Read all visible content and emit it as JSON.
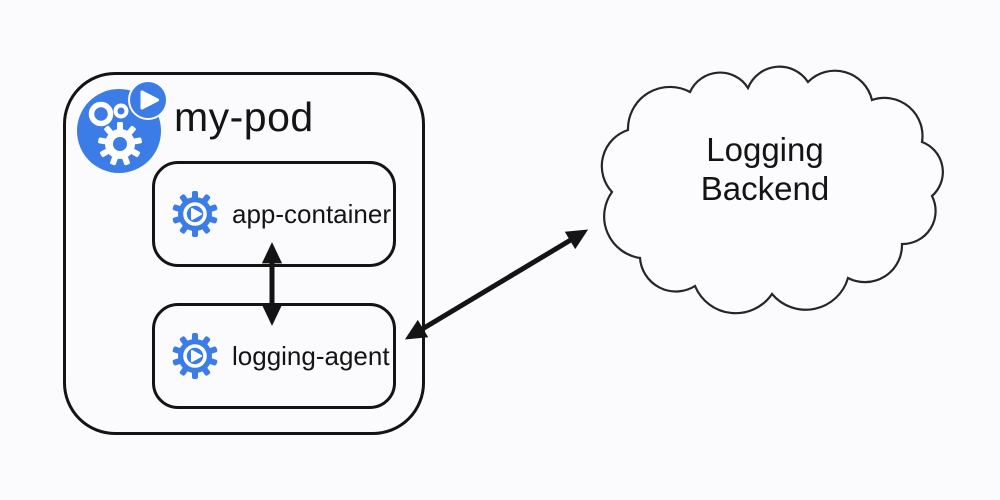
{
  "pod": {
    "label": "my-pod",
    "icon": "pod-icon",
    "containers": [
      {
        "label": "app-container",
        "icon": "container-gear-play-icon"
      },
      {
        "label": "logging-agent",
        "icon": "container-gear-play-icon"
      }
    ]
  },
  "backend": {
    "shape": "cloud",
    "line1": "Logging",
    "line2": "Backend"
  },
  "connections": [
    {
      "from": "app-container",
      "to": "logging-agent",
      "style": "double-headed-arrow"
    },
    {
      "from": "logging-agent",
      "to": "Logging Backend",
      "style": "double-headed-arrow"
    }
  ],
  "colors": {
    "icon_blue": "#3b7ce6",
    "outline_black": "#141414",
    "background": "#fbfafc"
  }
}
